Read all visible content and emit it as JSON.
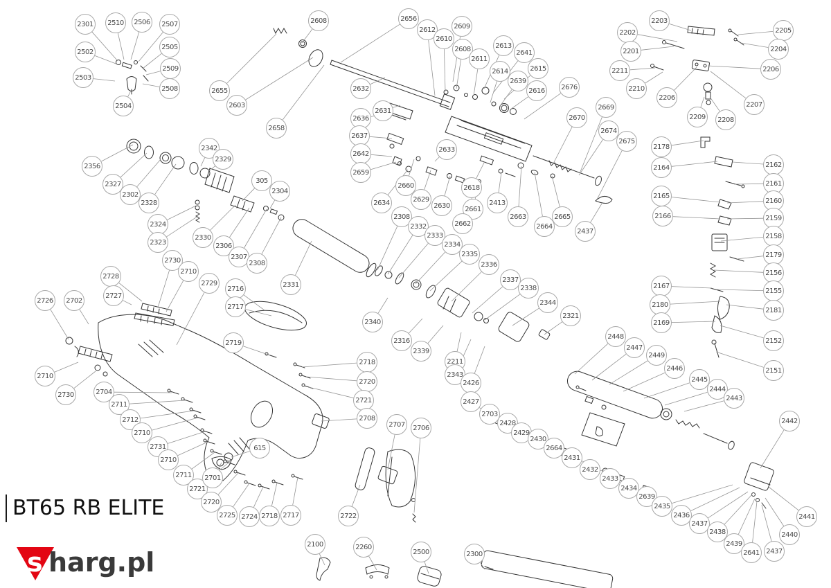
{
  "title": "BT65 RB ELITE",
  "logo": {
    "s": "s",
    "rest": "harg.pl"
  },
  "colors": {
    "accent_red": "#e30613",
    "line_gray": "#949494",
    "ink": "#333333"
  },
  "callouts": [
    [
      "2301",
      123,
      35,
      170,
      88
    ],
    [
      "2510",
      167,
      33,
      179,
      86
    ],
    [
      "2506",
      205,
      32,
      189,
      86
    ],
    [
      "2507",
      245,
      35,
      200,
      89
    ],
    [
      "2502",
      123,
      75,
      170,
      93
    ],
    [
      "2505",
      245,
      68,
      206,
      99
    ],
    [
      "2503",
      120,
      112,
      166,
      117
    ],
    [
      "2509",
      246,
      99,
      211,
      108
    ],
    [
      "2508",
      245,
      128,
      206,
      121
    ],
    [
      "2504",
      178,
      153,
      189,
      131
    ],
    [
      "2608",
      460,
      30,
      436,
      62
    ],
    [
      "2656",
      590,
      27,
      492,
      90
    ],
    [
      "2612",
      617,
      43,
      628,
      138
    ],
    [
      "2609",
      667,
      38,
      654,
      118
    ],
    [
      "2610",
      641,
      56,
      643,
      132
    ],
    [
      "2608",
      668,
      71,
      659,
      128
    ],
    [
      "2613",
      727,
      66,
      699,
      128
    ],
    [
      "2641",
      757,
      76,
      713,
      133
    ],
    [
      "2611",
      692,
      85,
      684,
      138
    ],
    [
      "2614",
      722,
      103,
      708,
      148
    ],
    [
      "2615",
      777,
      99,
      728,
      143
    ],
    [
      "2639",
      748,
      117,
      722,
      153
    ],
    [
      "2616",
      775,
      131,
      737,
      158
    ],
    [
      "2676",
      822,
      126,
      757,
      172
    ],
    [
      "2655",
      317,
      131,
      399,
      49
    ],
    [
      "2632",
      521,
      128,
      556,
      112
    ],
    [
      "2603",
      342,
      152,
      452,
      83
    ],
    [
      "2631",
      553,
      160,
      578,
      152
    ],
    [
      "2636",
      521,
      171,
      566,
      163
    ],
    [
      "2658",
      399,
      185,
      468,
      94
    ],
    [
      "2637",
      519,
      196,
      566,
      200
    ],
    [
      "2669",
      875,
      155,
      838,
      248
    ],
    [
      "2670",
      833,
      170,
      798,
      238
    ],
    [
      "2642",
      521,
      222,
      566,
      226
    ],
    [
      "2633",
      645,
      216,
      628,
      233
    ],
    [
      "2674",
      879,
      189,
      836,
      253
    ],
    [
      "2675",
      905,
      204,
      862,
      288
    ],
    [
      "2659",
      521,
      249,
      572,
      234
    ],
    [
      "2660",
      586,
      268,
      598,
      230
    ],
    [
      "2618",
      681,
      271,
      700,
      233
    ],
    [
      "2413",
      718,
      293,
      724,
      249
    ],
    [
      "2634",
      551,
      293,
      589,
      245
    ],
    [
      "2629",
      608,
      288,
      622,
      246
    ],
    [
      "2630",
      638,
      297,
      650,
      254
    ],
    [
      "2661",
      683,
      302,
      692,
      261
    ],
    [
      "2662",
      668,
      323,
      688,
      268
    ],
    [
      "2663",
      748,
      313,
      753,
      240
    ],
    [
      "2664",
      786,
      327,
      772,
      249
    ],
    [
      "2665",
      812,
      313,
      797,
      254
    ],
    [
      "2437",
      845,
      334,
      869,
      294
    ],
    [
      "2203",
      952,
      30,
      998,
      44
    ],
    [
      "2202",
      906,
      47,
      978,
      60
    ],
    [
      "2205",
      1131,
      44,
      1066,
      50
    ],
    [
      "2201",
      911,
      74,
      973,
      67
    ],
    [
      "2204",
      1124,
      71,
      1070,
      62
    ],
    [
      "2211",
      895,
      102,
      946,
      98
    ],
    [
      "2206",
      1113,
      100,
      1022,
      95
    ],
    [
      "2210",
      919,
      128,
      957,
      104
    ],
    [
      "2206",
      963,
      141,
      1006,
      97
    ],
    [
      "2207",
      1089,
      151,
      1026,
      103
    ],
    [
      "2209",
      1007,
      169,
      1017,
      140
    ],
    [
      "2208",
      1048,
      173,
      1025,
      140
    ],
    [
      "2178",
      955,
      212,
      1016,
      203
    ],
    [
      "2162",
      1117,
      238,
      1058,
      234
    ],
    [
      "2164",
      955,
      242,
      1036,
      233
    ],
    [
      "2161",
      1117,
      265,
      1060,
      266
    ],
    [
      "2165",
      955,
      283,
      1040,
      292
    ],
    [
      "2160",
      1117,
      290,
      1050,
      293
    ],
    [
      "2166",
      957,
      312,
      1040,
      316
    ],
    [
      "2159",
      1117,
      315,
      1050,
      316
    ],
    [
      "2158",
      1117,
      341,
      1041,
      348
    ],
    [
      "2179",
      1117,
      368,
      1064,
      374
    ],
    [
      "2156",
      1117,
      394,
      1031,
      390
    ],
    [
      "2167",
      955,
      413,
      1028,
      416
    ],
    [
      "2155",
      1117,
      420,
      1034,
      418
    ],
    [
      "2180",
      953,
      440,
      1040,
      435
    ],
    [
      "2181",
      1117,
      448,
      1049,
      440
    ],
    [
      "2169",
      955,
      466,
      1033,
      464
    ],
    [
      "2152",
      1117,
      492,
      1040,
      470
    ],
    [
      "2151",
      1117,
      535,
      1034,
      508
    ],
    [
      "2356",
      133,
      240,
      192,
      209
    ],
    [
      "2342",
      302,
      214,
      290,
      240
    ],
    [
      "2329",
      322,
      230,
      302,
      247
    ],
    [
      "2327",
      163,
      266,
      212,
      221
    ],
    [
      "2302",
      188,
      281,
      232,
      230
    ],
    [
      "2328",
      215,
      293,
      254,
      237
    ],
    [
      "305",
      378,
      261,
      350,
      290
    ],
    [
      "2304",
      404,
      276,
      390,
      301
    ],
    [
      "2324",
      228,
      324,
      283,
      297
    ],
    [
      "2323",
      228,
      350,
      286,
      312
    ],
    [
      "2330",
      293,
      343,
      340,
      296
    ],
    [
      "2306",
      323,
      355,
      360,
      300
    ],
    [
      "2307",
      345,
      371,
      385,
      302
    ],
    [
      "2308",
      371,
      380,
      406,
      314
    ],
    [
      "2308",
      580,
      313,
      545,
      390
    ],
    [
      "2332",
      604,
      327,
      560,
      396
    ],
    [
      "2333",
      628,
      340,
      576,
      401
    ],
    [
      "2334",
      653,
      353,
      600,
      410
    ],
    [
      "2335",
      678,
      367,
      621,
      420
    ],
    [
      "2336",
      706,
      382,
      652,
      435
    ],
    [
      "2337",
      737,
      404,
      682,
      452
    ],
    [
      "2338",
      763,
      416,
      700,
      462
    ],
    [
      "2344",
      791,
      437,
      740,
      470
    ],
    [
      "2321",
      824,
      456,
      786,
      483
    ],
    [
      "2331",
      420,
      411,
      450,
      348
    ],
    [
      "2340",
      538,
      465,
      560,
      430
    ],
    [
      "2316",
      580,
      492,
      610,
      460
    ],
    [
      "2339",
      608,
      507,
      640,
      470
    ],
    [
      "2211",
      657,
      522,
      666,
      480
    ],
    [
      "2343",
      657,
      541,
      680,
      490
    ],
    [
      "2426",
      680,
      553,
      700,
      500
    ],
    [
      "2730",
      249,
      376,
      228,
      444
    ],
    [
      "2710",
      272,
      392,
      240,
      450
    ],
    [
      "2728",
      160,
      399,
      205,
      435
    ],
    [
      "2729",
      302,
      409,
      255,
      498
    ],
    [
      "2727",
      164,
      427,
      190,
      440
    ],
    [
      "2726",
      65,
      434,
      99,
      490
    ],
    [
      "2702",
      107,
      434,
      128,
      468
    ],
    [
      "2716",
      340,
      417,
      382,
      448
    ],
    [
      "2717",
      340,
      443,
      392,
      456
    ],
    [
      "2719",
      337,
      495,
      390,
      513
    ],
    [
      "2710",
      65,
      543,
      113,
      523
    ],
    [
      "2730",
      95,
      570,
      138,
      536
    ],
    [
      "2704",
      150,
      566,
      248,
      567
    ],
    [
      "2711",
      172,
      584,
      268,
      578
    ],
    [
      "2712",
      188,
      606,
      280,
      593
    ],
    [
      "2710",
      205,
      625,
      286,
      603
    ],
    [
      "2731",
      228,
      645,
      296,
      623
    ],
    [
      "2710",
      243,
      664,
      300,
      638
    ],
    [
      "2711",
      265,
      686,
      310,
      653
    ],
    [
      "2721",
      285,
      706,
      330,
      668
    ],
    [
      "2720",
      305,
      725,
      344,
      683
    ],
    [
      "2725",
      328,
      744,
      360,
      698
    ],
    [
      "2724",
      360,
      746,
      380,
      703
    ],
    [
      "2718",
      389,
      745,
      400,
      697
    ],
    [
      "2717",
      420,
      744,
      430,
      689
    ],
    [
      "615",
      375,
      647,
      334,
      660
    ],
    [
      "2701",
      307,
      690,
      320,
      668
    ],
    [
      "2718",
      530,
      523,
      436,
      530
    ],
    [
      "2720",
      530,
      551,
      442,
      544
    ],
    [
      "2721",
      525,
      578,
      446,
      559
    ],
    [
      "2708",
      530,
      604,
      464,
      608
    ],
    [
      "2707",
      573,
      613,
      560,
      678
    ],
    [
      "2706",
      608,
      618,
      598,
      740
    ],
    [
      "2722",
      503,
      745,
      520,
      700
    ],
    [
      "2448",
      889,
      486,
      830,
      540
    ],
    [
      "2447",
      916,
      502,
      855,
      549
    ],
    [
      "2449",
      948,
      513,
      880,
      555
    ],
    [
      "2446",
      974,
      532,
      900,
      565
    ],
    [
      "2445",
      1010,
      548,
      930,
      575
    ],
    [
      "2444",
      1036,
      562,
      960,
      585
    ],
    [
      "2443",
      1060,
      575,
      988,
      594
    ],
    [
      "2442",
      1140,
      608,
      1098,
      676
    ],
    [
      "2427",
      680,
      580,
      720,
      608
    ],
    [
      "2703",
      707,
      598,
      745,
      619
    ],
    [
      "2428",
      733,
      611,
      768,
      629
    ],
    [
      "2429",
      753,
      625,
      790,
      640
    ],
    [
      "2430",
      777,
      634,
      810,
      650
    ],
    [
      "2664",
      800,
      647,
      830,
      660
    ],
    [
      "2431",
      826,
      661,
      853,
      670
    ],
    [
      "2432",
      852,
      678,
      873,
      680
    ],
    [
      "2433",
      881,
      691,
      894,
      688
    ],
    [
      "2434",
      908,
      705,
      914,
      698
    ],
    [
      "2639",
      934,
      717,
      933,
      706
    ],
    [
      "2435",
      956,
      731,
      1058,
      700
    ],
    [
      "2436",
      984,
      744,
      1068,
      704
    ],
    [
      "2437",
      1010,
      756,
      1080,
      710
    ],
    [
      "2438",
      1036,
      768,
      1086,
      714
    ],
    [
      "2439",
      1060,
      785,
      1090,
      720
    ],
    [
      "2641",
      1085,
      798,
      1093,
      724
    ],
    [
      "2437",
      1118,
      796,
      1100,
      729
    ],
    [
      "2440",
      1140,
      772,
      1105,
      719
    ],
    [
      "2441",
      1165,
      746,
      1110,
      703
    ],
    [
      "2100",
      455,
      786,
      469,
      816
    ],
    [
      "2260",
      525,
      790,
      544,
      823
    ],
    [
      "2500",
      608,
      797,
      619,
      828
    ],
    [
      "2300",
      685,
      800,
      700,
      822
    ]
  ]
}
